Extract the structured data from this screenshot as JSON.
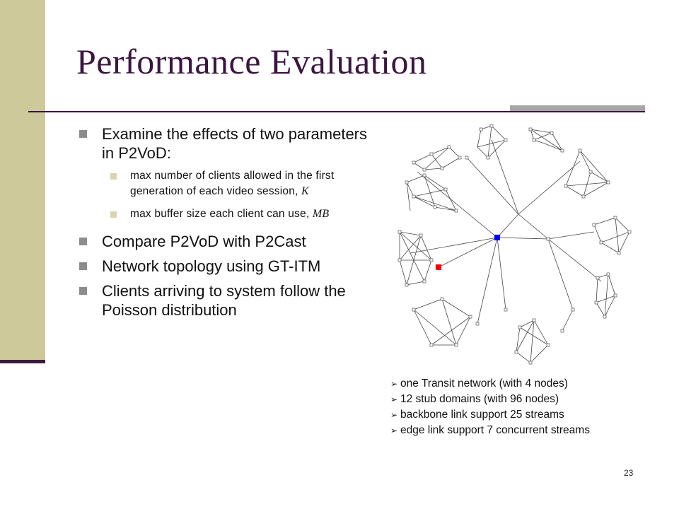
{
  "slide": {
    "title": "Performance Evaluation",
    "page_number": "23"
  },
  "colors": {
    "title": "#3b1540",
    "side_bar": "#cdc99a",
    "accent_rule": "#a6a6a6",
    "highlight_blue": "#0000ff",
    "highlight_red": "#ff0000"
  },
  "bullets": {
    "b1": "Examine the effects of two parameters in P2VoD:",
    "sub1_text": "max number of clients allowed in the first generation of each video session, ",
    "sub1_var": "K",
    "sub2_text": "max buffer size each client can use, ",
    "sub2_var": "MB",
    "b2": "Compare P2VoD with P2Cast",
    "b3": "Network topology using GT-ITM",
    "b4": "Clients arriving to system follow the Poisson distribution"
  },
  "notes": [
    "one Transit network (with 4 nodes)",
    "12 stub domains (with 96 nodes)",
    "backbone link support 25 streams",
    "edge link support 7 concurrent streams"
  ]
}
